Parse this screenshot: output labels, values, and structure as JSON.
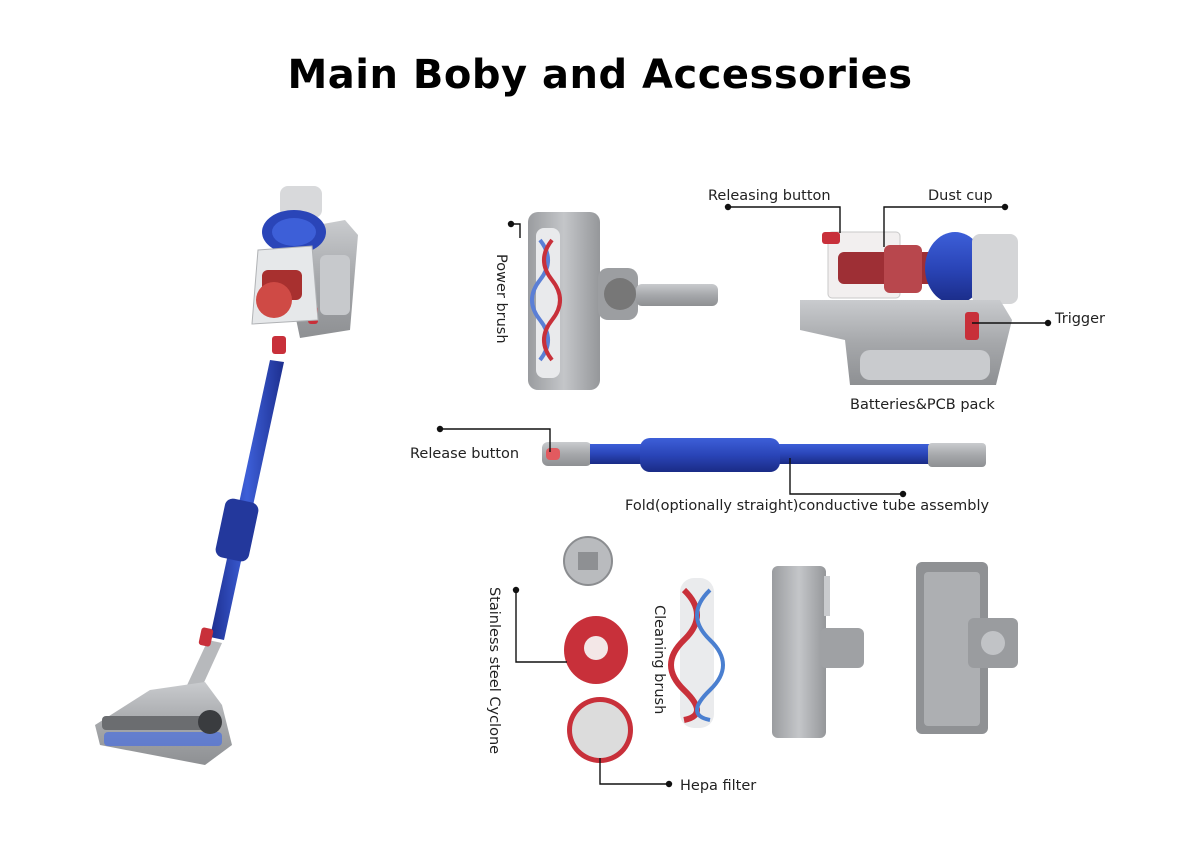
{
  "title": "Main Boby and Accessories",
  "labels": {
    "power_brush": "Power brush",
    "releasing_button": "Releasing button",
    "dust_cup": "Dust cup",
    "trigger": "Trigger",
    "batteries_pcb": "Batteries&PCB pack",
    "release_button": "Release button",
    "tube_assembly": "Fold(optionally straight)conductive tube assembly",
    "cyclone": "Stainless steel Cyclone",
    "cleaning_brush": "Cleaning brush",
    "hepa_filter": "Hepa filter"
  },
  "colors": {
    "accent_blue": "#2a45b8",
    "accent_red": "#c8303a",
    "body_gray": "#a7a9ac"
  }
}
